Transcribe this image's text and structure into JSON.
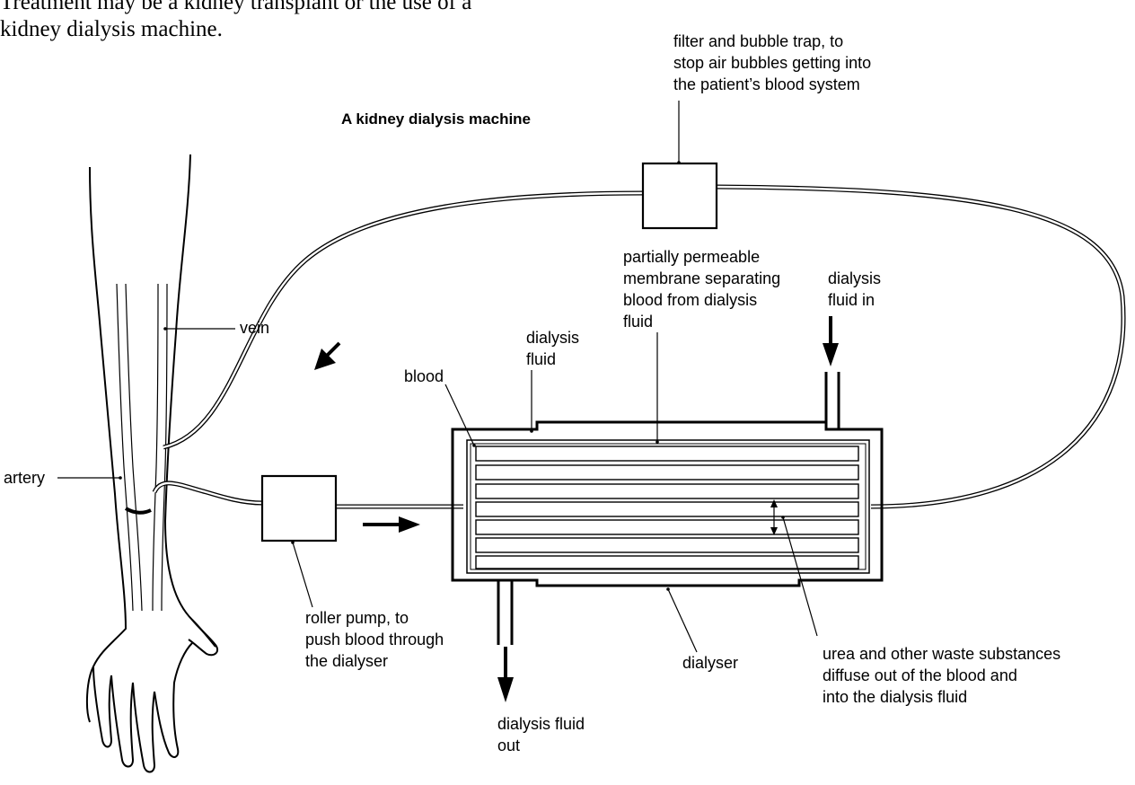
{
  "intro": {
    "line1": "Treatment may be a kidney transplant or the use of a",
    "line2": "kidney dialysis machine."
  },
  "title": "A kidney dialysis machine",
  "labels": {
    "filter_line1": "filter and bubble trap, to",
    "filter_line2": "stop air bubbles getting into",
    "filter_line3": "the patient’s blood system",
    "vein": "vein",
    "artery": "artery",
    "membrane_line1": "partially permeable",
    "membrane_line2": "membrane separating",
    "membrane_line3": "blood from dialysis",
    "membrane_line4": "fluid",
    "fluid_in_line1": "dialysis",
    "fluid_in_line2": "fluid in",
    "dialysis_fluid_line1": "dialysis",
    "dialysis_fluid_line2": "fluid",
    "blood": "blood",
    "pump_line1": "roller pump, to",
    "pump_line2": "push blood through",
    "pump_line3": "the dialyser",
    "fluid_out_line1": "dialysis fluid",
    "fluid_out_line2": "out",
    "dialyser": "dialyser",
    "urea_line1": "urea and other waste substances",
    "urea_line2": "diffuse out of the blood and",
    "urea_line3": "into the dialysis fluid"
  }
}
